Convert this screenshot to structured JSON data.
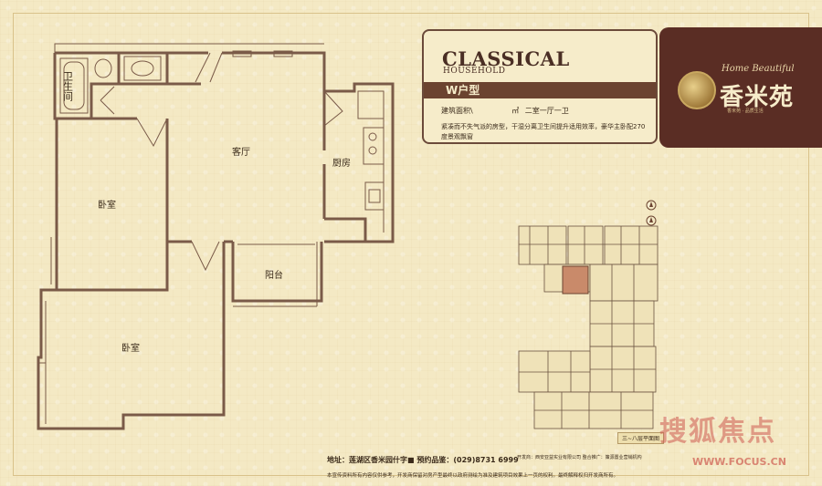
{
  "title_en": "CLASSICAL",
  "subtitle_en": "HOUSEHOLD",
  "unit_type": "W户型",
  "area_label": "建筑面积\\",
  "area_unit": "㎡",
  "layout_summary": "二室一厅一卫",
  "description": "紧凑而不失气派的房型，干湿分离卫生间提升适用效率，豪华主卧配270度景观飘窗",
  "brand": {
    "script": "Home Beautiful",
    "name": "香米苑",
    "tagline": "香米苑 · 品质生活"
  },
  "rooms": {
    "bathroom": "卫生间",
    "living": "客厅",
    "kitchen": "厨房",
    "bedroom1": "卧室",
    "balcony": "阳台",
    "bedroom2": "卧室"
  },
  "site_plan_caption": "三~八层平面图",
  "footer": {
    "address": "地址：莲湖区香米园什字■ 预约品鉴：(029)8731 6999",
    "developer": "开发商：西安亚益实业有限公司  整合推广：策源置业营销机构",
    "disclaimer": "本宣传资料所有内容仅供参考，开发商保留对房产型最终以政府测绘为准及建筑项目效果上一页的权利。最终解释权归开发商所有。"
  },
  "watermark": {
    "text": "搜狐焦点",
    "url": "WWW.FOCUS.CN"
  },
  "colors": {
    "brand_brown": "#5a2d24",
    "wall": "#7a5a48",
    "paper": "#f4e9c4",
    "highlight": "#c98a6a"
  }
}
